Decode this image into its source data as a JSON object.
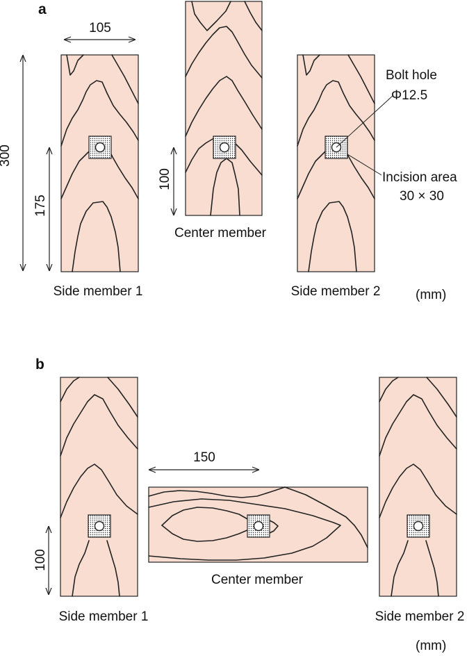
{
  "panel_a": {
    "tag": "a",
    "dim_width": "105",
    "dim_length": "300",
    "dim_hole_side": "175",
    "dim_hole_center": "100",
    "label_side_1": "Side member 1",
    "label_center": "Center member",
    "label_side_2": "Side member 2",
    "bolt_hole_title": "Bolt hole",
    "bolt_hole_size": "Φ12.5",
    "incision_title": "Incision area",
    "incision_size": "30 × 30",
    "units": "(mm)"
  },
  "panel_b": {
    "tag": "b",
    "dim_center_length": "150",
    "dim_hole_side": "100",
    "label_side_1": "Side member 1",
    "label_center": "Center member",
    "label_side_2": "Side member 2",
    "units": "(mm)"
  },
  "colors": {
    "wood": "#f8ddd0",
    "line": "#222222"
  }
}
